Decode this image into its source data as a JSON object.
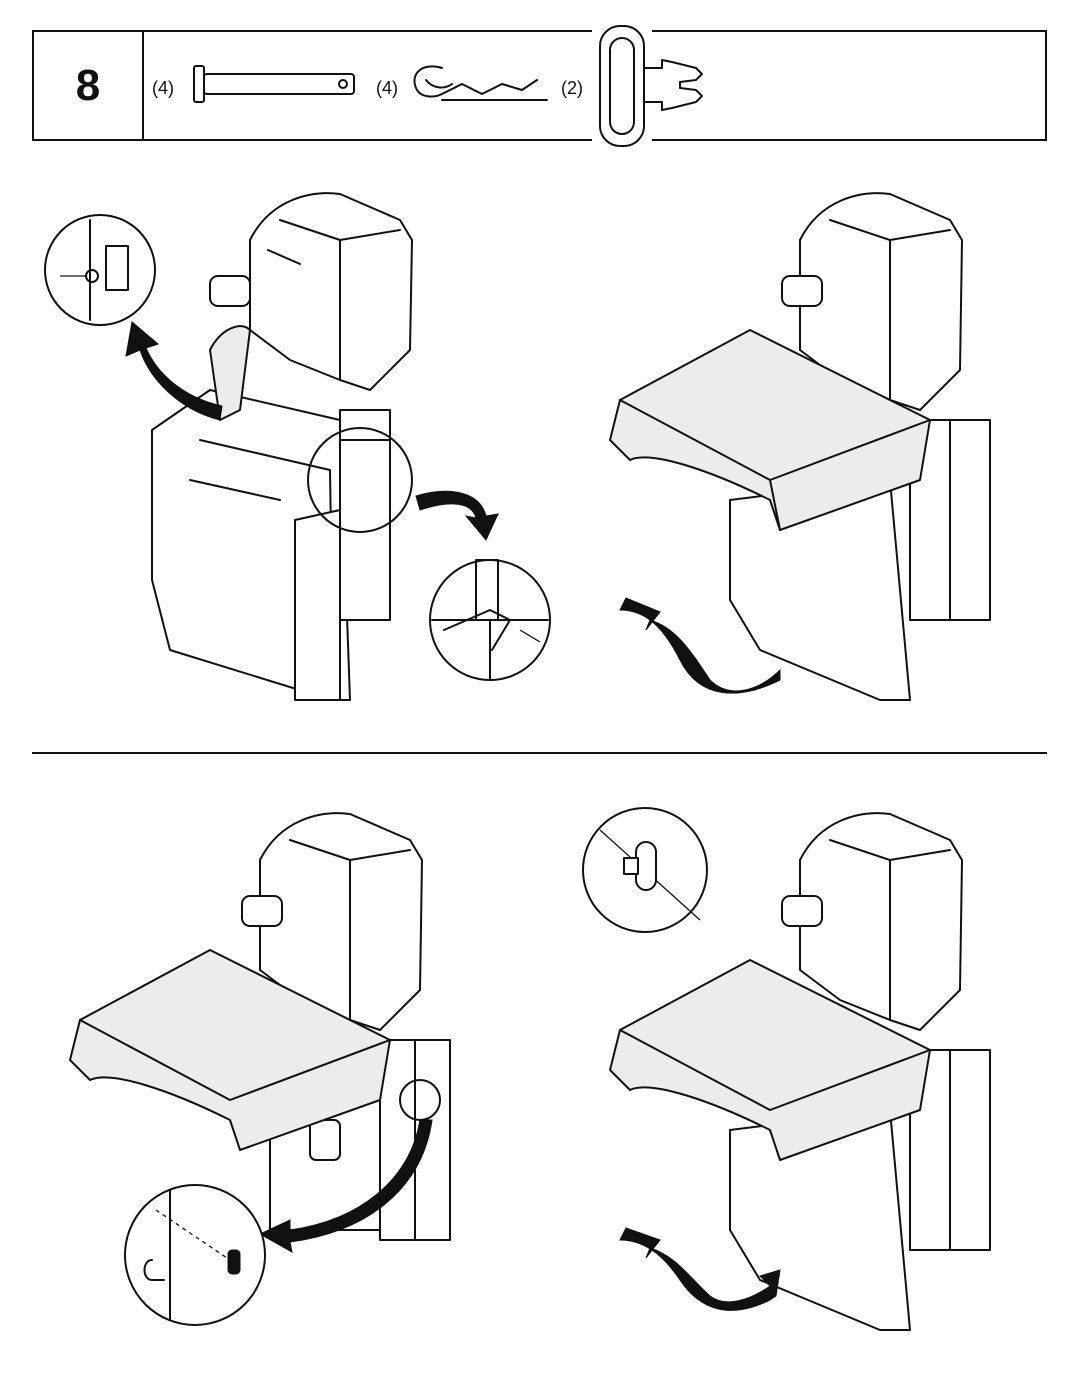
{
  "step": {
    "number": "8"
  },
  "hardware": [
    {
      "name": "clevis-pin",
      "quantity": "(4)"
    },
    {
      "name": "hairpin-clip",
      "quantity": "(4)"
    },
    {
      "name": "strap-buckle",
      "quantity": "(2)"
    }
  ],
  "illustrations": [
    {
      "id": "step-8a",
      "icon": "remove-pins-open-seat"
    },
    {
      "id": "step-8b",
      "icon": "lower-seat"
    },
    {
      "id": "step-8c",
      "icon": "attach-buckle"
    },
    {
      "id": "step-8d",
      "icon": "seat-installed-buckle-detail"
    }
  ],
  "colors": {
    "line": "#111111",
    "background": "#ffffff",
    "panel": "#ececec"
  }
}
